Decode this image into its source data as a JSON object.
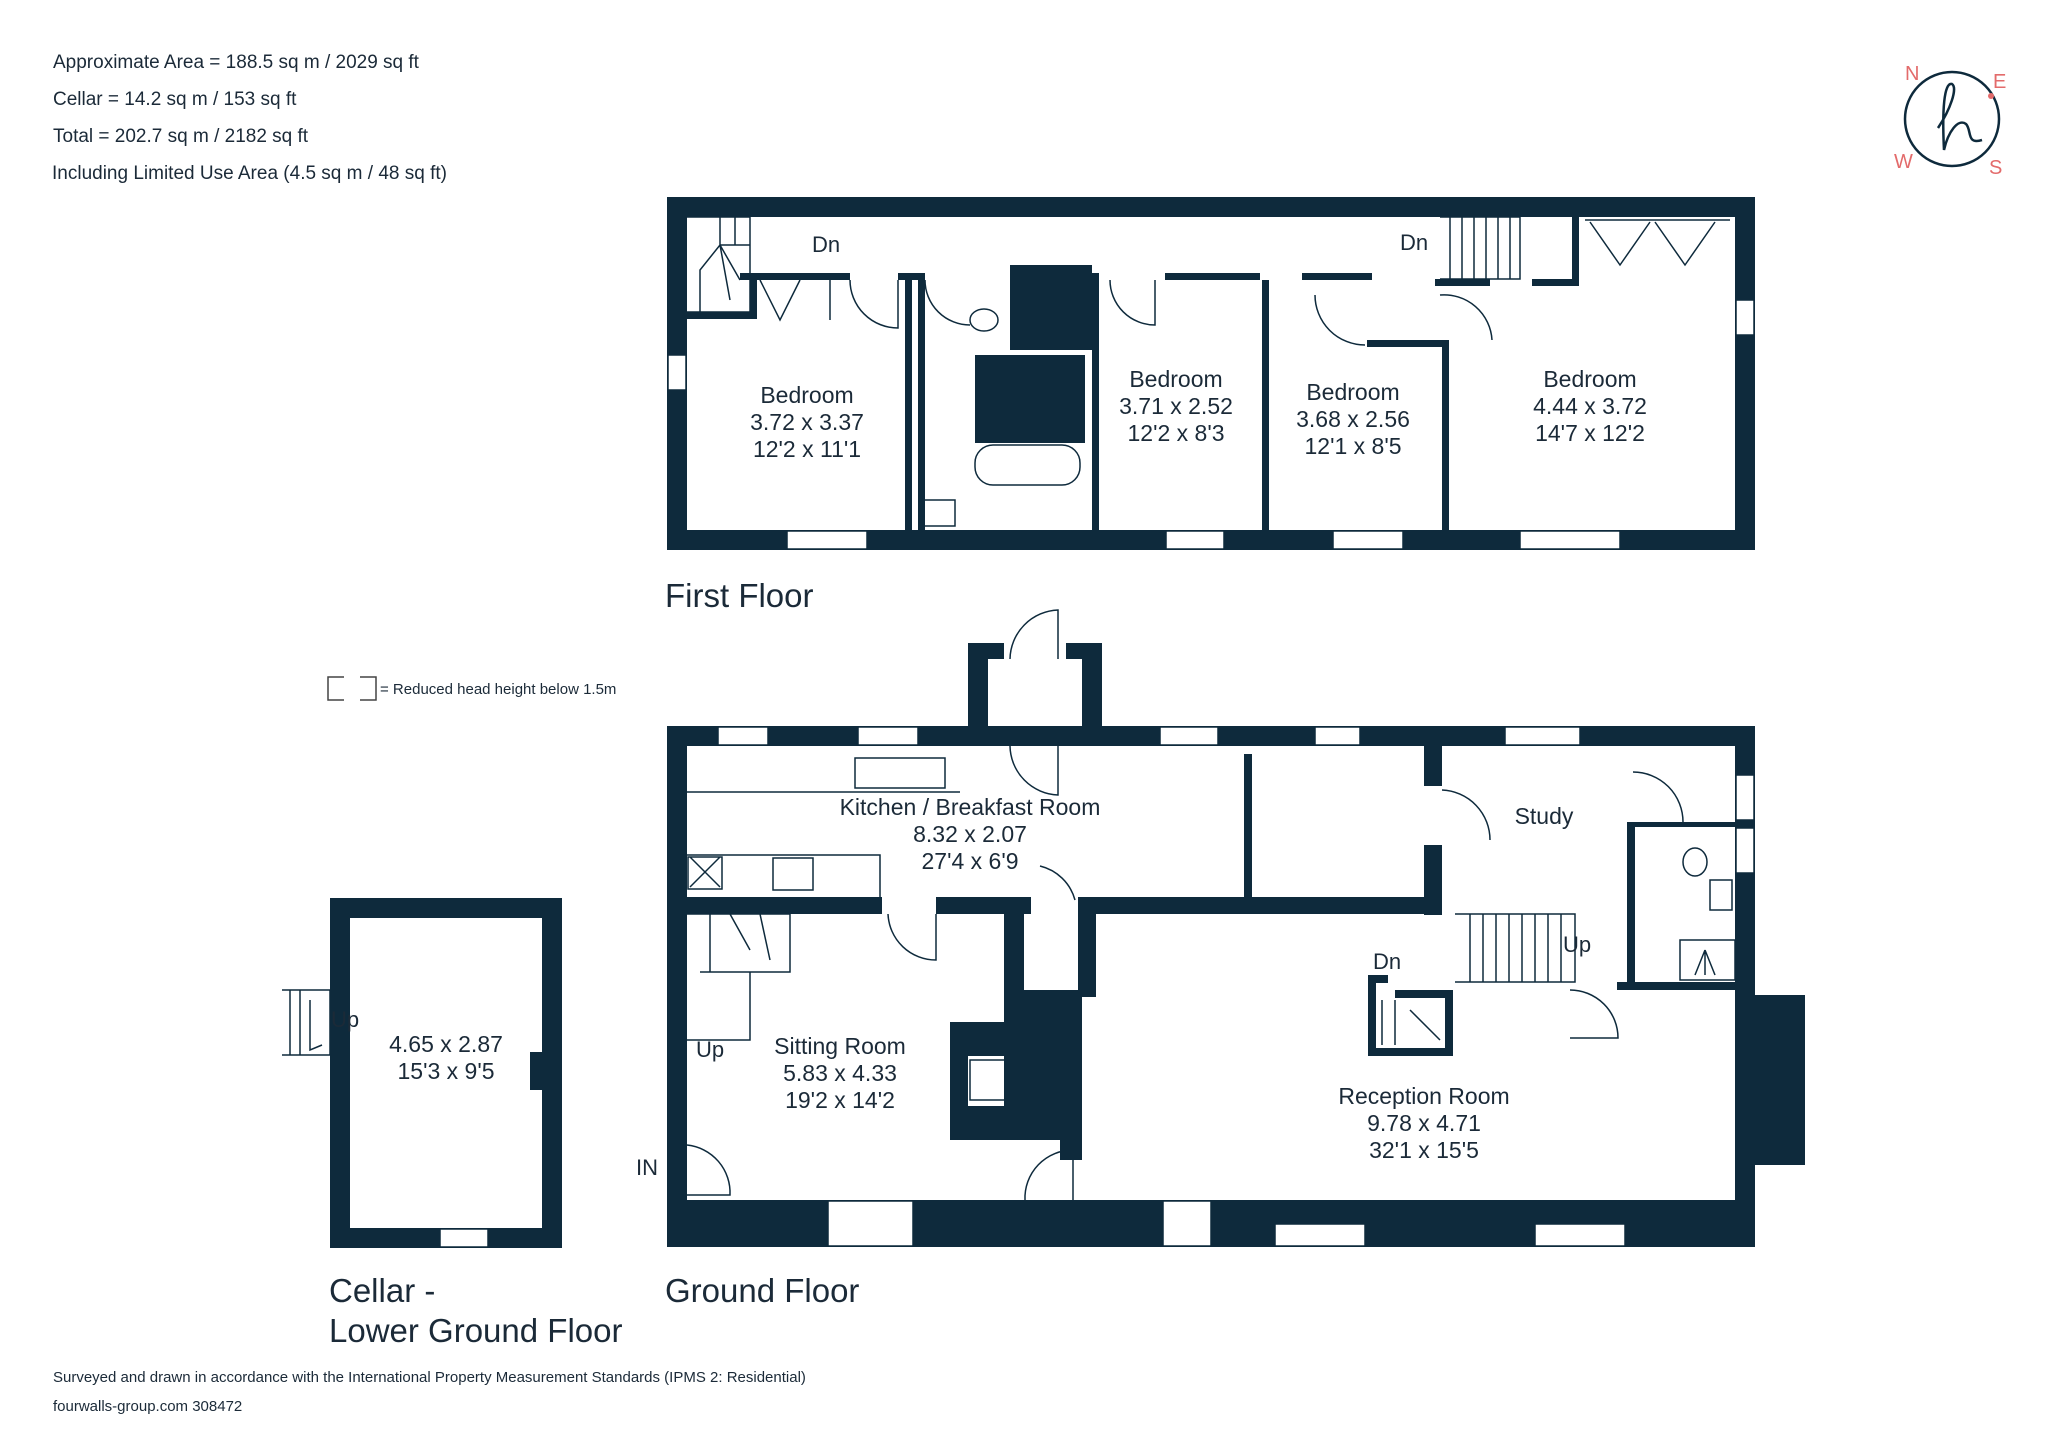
{
  "area": {
    "line1": "Approximate Area = 188.5 sq m / 2029 sq ft",
    "line2": "Cellar = 14.2 sq m / 153 sq ft",
    "line3": "Total = 202.7 sq m / 2182 sq ft",
    "line4": "Including Limited Use Area (4.5 sq m / 48 sq ft)"
  },
  "compass": {
    "n": "N",
    "e": "E",
    "s": "S",
    "w": "W",
    "logo_icon": "h-monogram-icon",
    "accent": "#e36b6b"
  },
  "legend": {
    "label": "= Reduced head height below 1.5m"
  },
  "first_floor": {
    "label": "First Floor",
    "dn1": "Dn",
    "dn2": "Dn",
    "bed1": {
      "name": "Bedroom",
      "metric": "3.72 x 3.37",
      "imperial": "12'2 x 11'1"
    },
    "bed2": {
      "name": "Bedroom",
      "metric": "3.71 x 2.52",
      "imperial": "12'2 x 8'3"
    },
    "bed3": {
      "name": "Bedroom",
      "metric": "3.68 x 2.56",
      "imperial": "12'1 x 8'5"
    },
    "bed4": {
      "name": "Bedroom",
      "metric": "4.44 x 3.72",
      "imperial": "14'7 x 12'2"
    }
  },
  "ground_floor": {
    "label": "Ground Floor",
    "kitchen": {
      "name": "Kitchen / Breakfast Room",
      "metric": "8.32 x 2.07",
      "imperial": "27'4 x 6'9"
    },
    "study": {
      "name": "Study"
    },
    "sitting": {
      "name": "Sitting Room",
      "metric": "5.83 x 4.33",
      "imperial": "19'2 x 14'2"
    },
    "reception": {
      "name": "Reception Room",
      "metric": "9.78 x 4.71",
      "imperial": "32'1 x 15'5"
    },
    "up1": "Up",
    "up2": "Up",
    "dn": "Dn",
    "entrance": "IN"
  },
  "cellar": {
    "label1": "Cellar -",
    "label2": "Lower Ground Floor",
    "up": "Up",
    "metric": "4.65 x 2.87",
    "imperial": "15'3 x 9'5"
  },
  "footer": {
    "line1": "Surveyed and drawn in accordance with the International Property Measurement Standards (IPMS 2: Residential)",
    "line2": "fourwalls-group.com 308472"
  },
  "colors": {
    "wall": "#0e2a3c",
    "text": "#1b2a38",
    "accent": "#e36b6b"
  }
}
